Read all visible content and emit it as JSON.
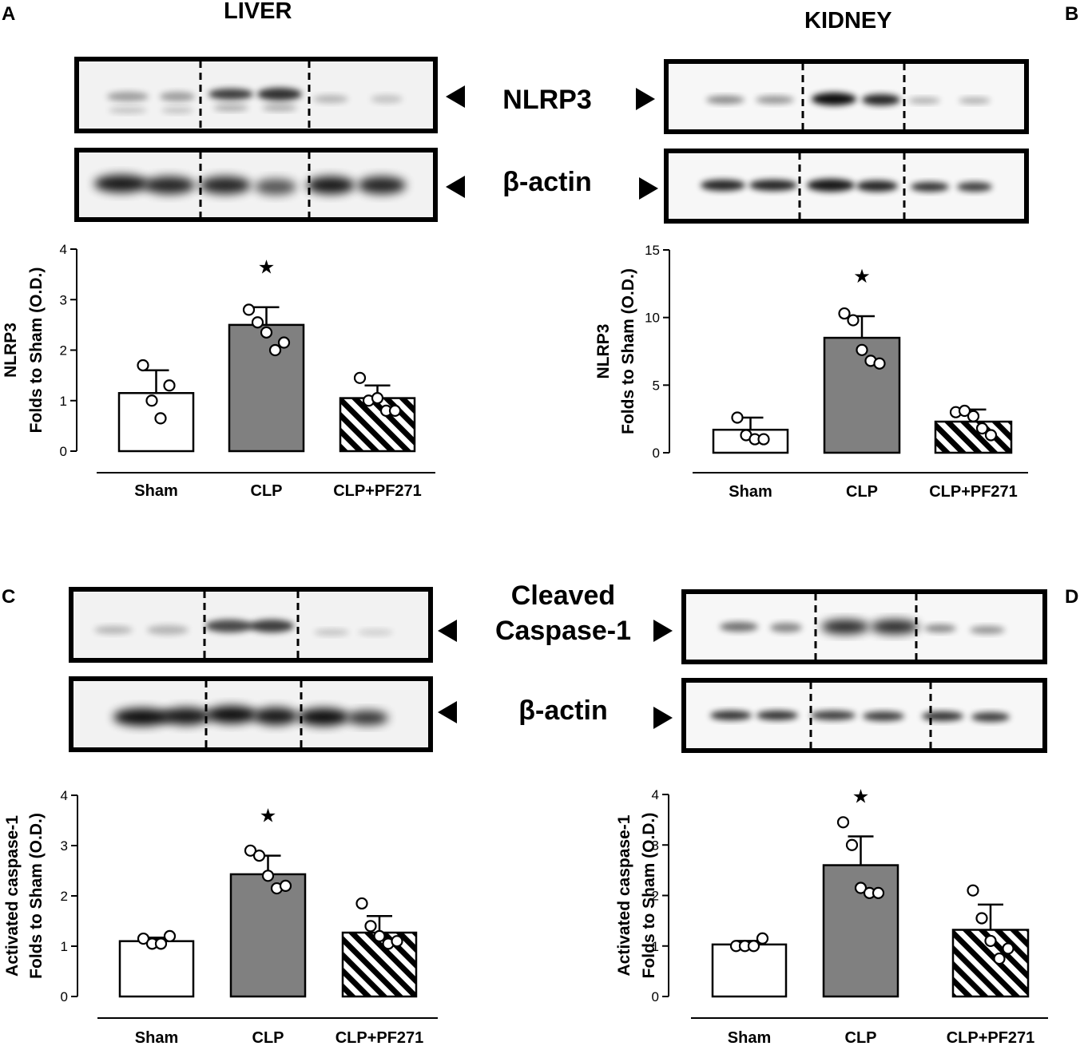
{
  "panels": {
    "a": {
      "letter": "A",
      "tissue": "LIVER"
    },
    "b": {
      "letter": "B",
      "tissue": "KIDNEY"
    },
    "c": {
      "letter": "C"
    },
    "d": {
      "letter": "D"
    }
  },
  "blot_labels": {
    "nlrp3": "NLRP3",
    "actin_top": "β-actin",
    "cleaved_line1": "Cleaved",
    "cleaved_line2": "Caspase-1",
    "actin_bottom": "β-actin"
  },
  "significance_marker": "★",
  "colors": {
    "sham_fill": "#ffffff",
    "clp_fill": "#808080",
    "pf_fill": "hatched-black",
    "outline": "#000000"
  },
  "chart_data": [
    {
      "id": "A",
      "type": "bar",
      "categories": [
        "Sham",
        "CLP",
        "CLP+PF271"
      ],
      "values": [
        1.15,
        2.5,
        1.05
      ],
      "errors": [
        0.45,
        0.35,
        0.25
      ],
      "points": [
        [
          1.7,
          1.0,
          0.65,
          1.3
        ],
        [
          2.8,
          2.55,
          2.35,
          2.0,
          2.15
        ],
        [
          1.45,
          1.0,
          1.05,
          0.8,
          0.8
        ]
      ],
      "significant": [
        false,
        true,
        false
      ],
      "ylabel_line1": "NLRP3",
      "ylabel_line2": "Folds to Sham (O.D.)",
      "ylim": [
        0,
        4
      ],
      "yticks": [
        0,
        1,
        2,
        3,
        4
      ]
    },
    {
      "id": "B",
      "type": "bar",
      "categories": [
        "Sham",
        "CLP",
        "CLP+PF271"
      ],
      "values": [
        1.7,
        8.5,
        2.3
      ],
      "errors": [
        0.9,
        1.6,
        0.9
      ],
      "points": [
        [
          2.6,
          1.3,
          1.0,
          1.0
        ],
        [
          10.3,
          9.8,
          7.6,
          6.8,
          6.6
        ],
        [
          3.0,
          3.1,
          2.7,
          1.8,
          1.3
        ]
      ],
      "significant": [
        false,
        true,
        false
      ],
      "ylabel_line1": "NLRP3",
      "ylabel_line2": "Folds to Sham (O.D.)",
      "ylim": [
        0,
        15
      ],
      "yticks": [
        0,
        5,
        10,
        15
      ]
    },
    {
      "id": "C",
      "type": "bar",
      "categories": [
        "Sham",
        "CLP",
        "CLP+PF271"
      ],
      "values": [
        1.1,
        2.43,
        1.27
      ],
      "errors": [
        0.07,
        0.37,
        0.33
      ],
      "points": [
        [
          1.15,
          1.05,
          1.05,
          1.2
        ],
        [
          2.9,
          2.8,
          2.4,
          2.15,
          2.2
        ],
        [
          1.85,
          1.4,
          1.2,
          1.05,
          1.1
        ]
      ],
      "significant": [
        false,
        true,
        false
      ],
      "ylabel_line1": "Activated caspase-1",
      "ylabel_line2": "Folds to Sham (O.D.)",
      "ylim": [
        0,
        4
      ],
      "yticks": [
        0,
        1,
        2,
        3,
        4
      ]
    },
    {
      "id": "D",
      "type": "bar",
      "categories": [
        "Sham",
        "CLP",
        "CLP+PF271"
      ],
      "values": [
        1.03,
        2.6,
        1.32
      ],
      "errors": [
        0.07,
        0.57,
        0.5
      ],
      "points": [
        [
          1.0,
          1.0,
          1.0,
          1.15
        ],
        [
          3.45,
          3.0,
          2.15,
          2.05,
          2.05
        ],
        [
          2.1,
          1.55,
          1.1,
          0.75,
          0.95
        ]
      ],
      "significant": [
        false,
        true,
        false
      ],
      "ylabel_line1": "Activated caspase-1",
      "ylabel_line2": "Folds to Sham (O.D.)",
      "ylim": [
        0,
        4
      ],
      "yticks": [
        0,
        1,
        2,
        3,
        4
      ]
    }
  ]
}
